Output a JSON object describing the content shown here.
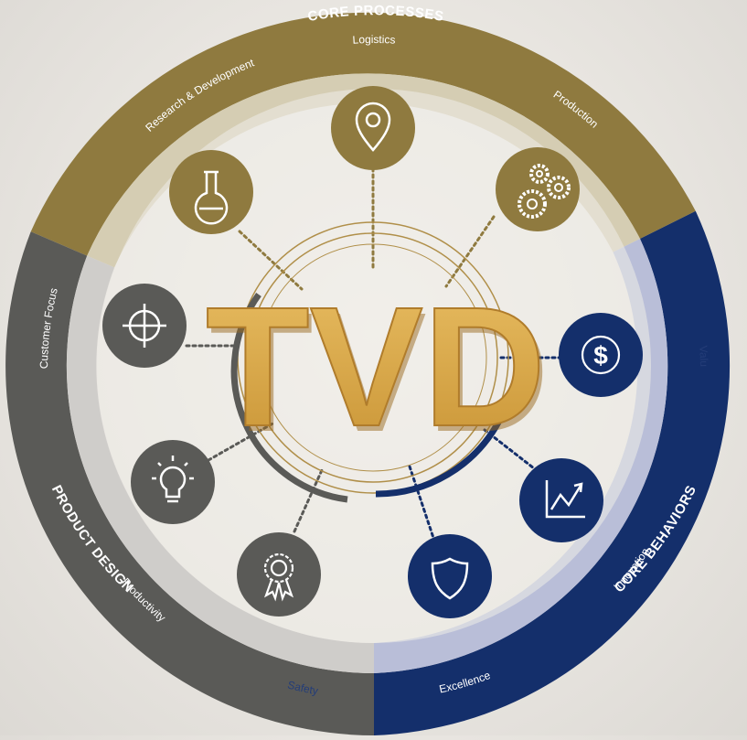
{
  "sections": {
    "core_processes": {
      "title": "CORE PROCESSES",
      "color": "#8f7a3f",
      "inner_color": "#d5cdb3",
      "items": [
        "Research & Development",
        "Logistics",
        "Production"
      ]
    },
    "product_design": {
      "title": "PRODUCT DESIGN",
      "color": "#142f6b",
      "inner_color": "#b9bed8",
      "items": [
        "Value",
        "Productivity",
        "Safety"
      ]
    },
    "core_behaviors": {
      "title": "CORE BEHAVIORS",
      "color": "#5a5a57",
      "inner_color": "#cfcdca",
      "items": [
        "Customer Focus",
        "Innovation",
        "Excellence"
      ]
    }
  },
  "logo": {
    "text": "TVD",
    "color": "#d8a84c"
  },
  "icons": [
    "flask-icon",
    "location-pin-icon",
    "gears-icon",
    "dollar-icon",
    "growth-chart-icon",
    "shield-icon",
    "crosshair-icon",
    "lightbulb-icon",
    "award-icon"
  ]
}
